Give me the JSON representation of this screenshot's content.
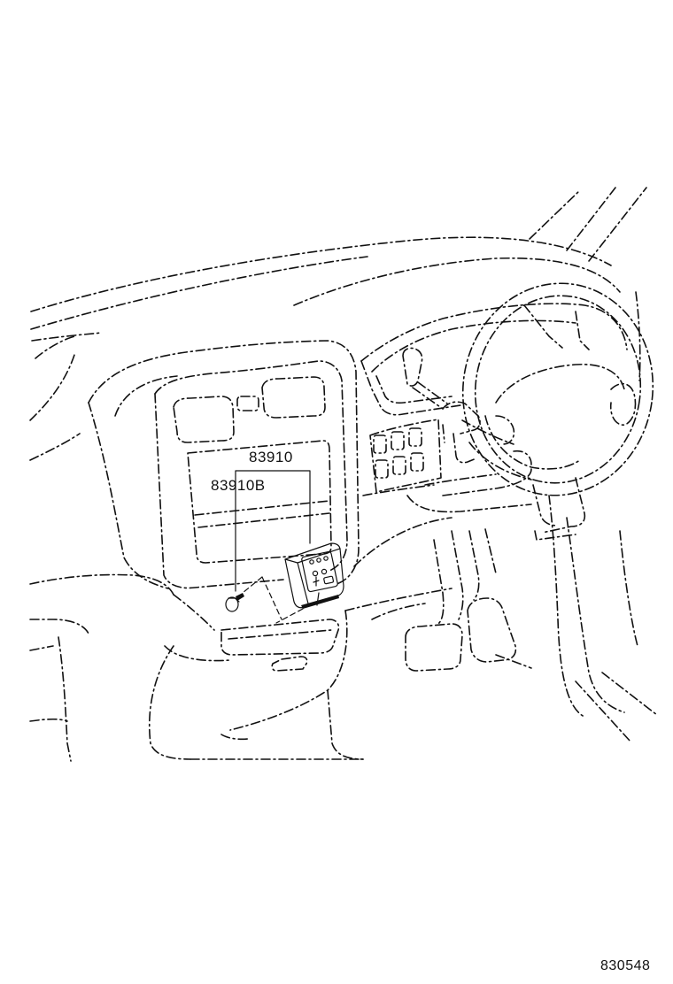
{
  "labels": {
    "part_main": "83910",
    "part_sub": "83910B",
    "figure_number": "830548"
  }
}
